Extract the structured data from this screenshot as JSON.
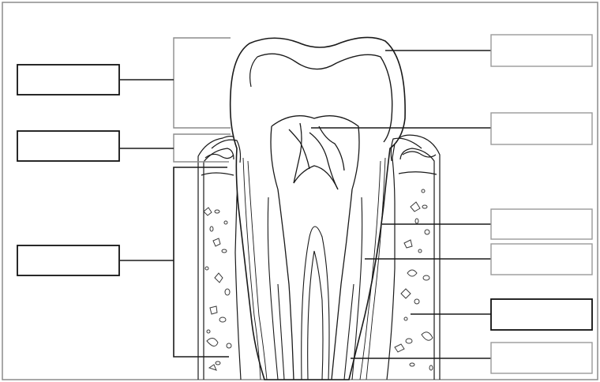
{
  "diagram": {
    "colors": {
      "ink": "#1a1a1a",
      "frame": "#8c8c8c",
      "box_dark": "#111111",
      "box_light": "#9a9a9a",
      "paper": "#ffffff",
      "speckle": "#3a3a3a"
    },
    "label_boxes": [
      {
        "id": "left-crown",
        "text": ""
      },
      {
        "id": "left-gum",
        "text": ""
      },
      {
        "id": "left-root",
        "text": ""
      },
      {
        "id": "right-enamel",
        "text": ""
      },
      {
        "id": "right-pulp",
        "text": ""
      },
      {
        "id": "right-bone",
        "text": ""
      },
      {
        "id": "right-dentin",
        "text": ""
      },
      {
        "id": "right-cementum",
        "text": ""
      },
      {
        "id": "right-canal",
        "text": ""
      }
    ]
  }
}
